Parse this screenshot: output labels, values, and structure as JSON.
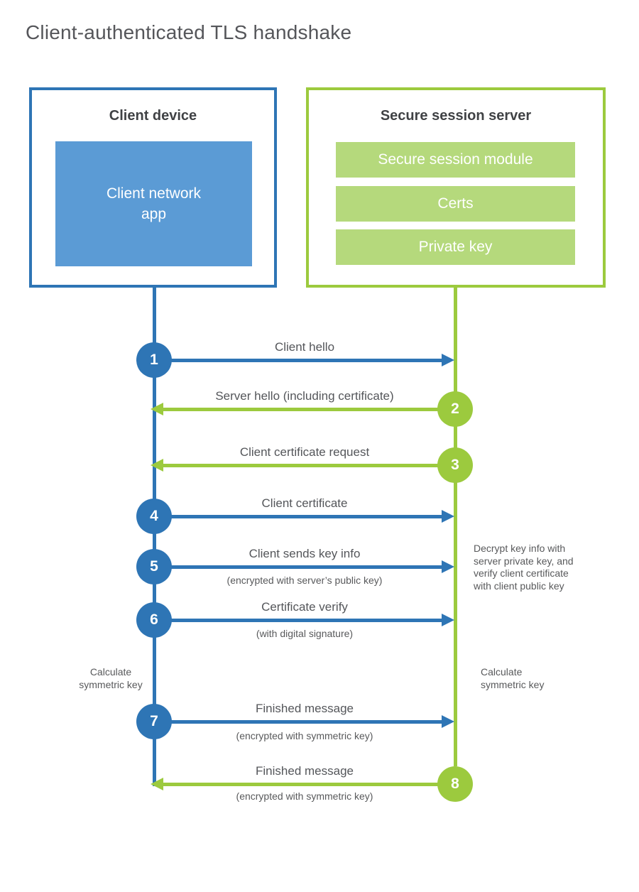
{
  "title": "Client-authenticated TLS handshake",
  "colors": {
    "blue": "#2e75b5",
    "blue_light": "#5b9bd5",
    "green": "#9cca3e",
    "green_light": "#b5d97c"
  },
  "client_box": {
    "title": "Client device",
    "app_label": "Client network\napp"
  },
  "server_box": {
    "title": "Secure session server",
    "modules": [
      "Secure session module",
      "Certs",
      "Private key"
    ]
  },
  "steps": [
    {
      "number": "1",
      "from": "client",
      "label": "Client hello"
    },
    {
      "number": "2",
      "from": "server",
      "label": "Server hello (including certificate)"
    },
    {
      "number": "3",
      "from": "server",
      "label": "Client certificate request"
    },
    {
      "number": "4",
      "from": "client",
      "label": "Client certificate"
    },
    {
      "number": "5",
      "from": "client",
      "label": "Client sends key info",
      "sublabel": "(encrypted with server’s public key)"
    },
    {
      "number": "6",
      "from": "client",
      "label": "Certificate verify",
      "sublabel": "(with digital signature)"
    },
    {
      "number": "7",
      "from": "client",
      "label": "Finished message",
      "sublabel": "(encrypted with symmetric key)"
    },
    {
      "number": "8",
      "from": "server",
      "label": "Finished message",
      "sublabel": "(encrypted with symmetric key)"
    }
  ],
  "annotations": {
    "server_note": "Decrypt key info with\nserver private key, and\nverify client certificate\nwith client public key",
    "client_calc": "Calculate\nsymmetric key",
    "server_calc": "Calculate\nsymmetric key"
  }
}
